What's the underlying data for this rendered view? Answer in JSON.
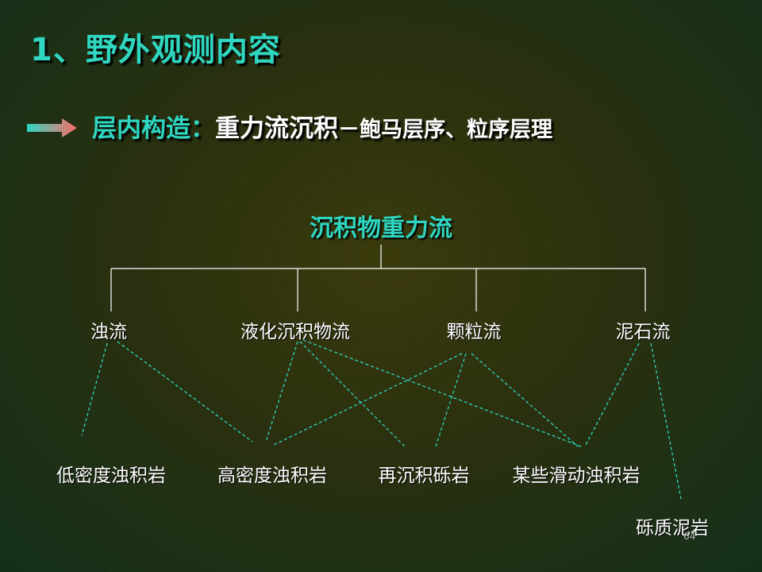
{
  "slide": {
    "title": "1、野外观测内容",
    "subtitle_label": "层内构造：",
    "subtitle_main": "重力流沉积",
    "subtitle_rest": "－鲍马层序、粒序层理",
    "page_number": "64"
  },
  "diagram": {
    "root": "沉积物重力流",
    "categories": [
      "浊流",
      "液化沉积物流",
      "颗粒流",
      "泥石流"
    ],
    "deposits": [
      "低密度浊积岩",
      "高密度浊积岩",
      "再沉积砾岩",
      "某些滑动浊积岩",
      "砾质泥岩"
    ]
  },
  "colors": {
    "title": "#2fd6c0",
    "tree_lines": "#ffffff",
    "dashed_links": "#2fd6c0",
    "arrow_start": "#2fd6c0",
    "arrow_end": "#ff6a6a"
  }
}
